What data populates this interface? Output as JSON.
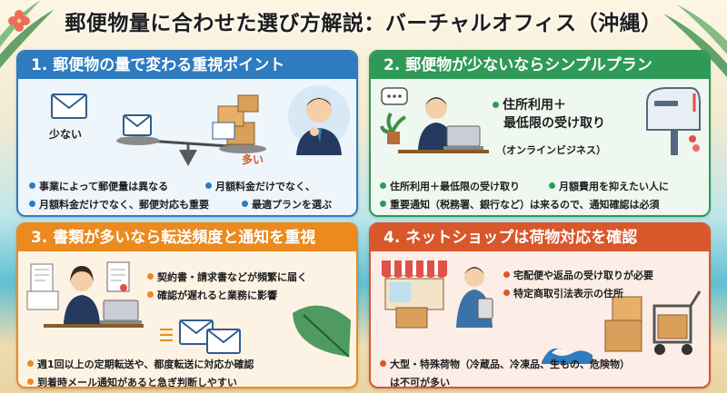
{
  "title": "郵便物量に合わせた選び方解説：バーチャルオフィス（沖縄）",
  "panel1": {
    "heading": "1. 郵便物の量で変わる重視ポイント",
    "label_few": "少ない",
    "label_many": "多い",
    "bullets": [
      "事業によって郵便量は異なる",
      "月額料金だけでなく、",
      "月額料金だけでなく、郵便対応も重要",
      "最適プランを選ぶ"
    ]
  },
  "panel2": {
    "heading": "2. 郵便物が少ないならシンプルプラン",
    "callout_line1": "住所利用＋",
    "callout_line2": "最低限の受け取り",
    "note": "（オンラインビジネス）",
    "bullets": [
      "住所利用＋最低限の受け取り",
      "月額費用を抑えたい人に",
      "重要通知（税務署、銀行など）は来るので、通知確認は必須"
    ]
  },
  "panel3": {
    "heading": "3. 書類が多いなら転送頻度と通知を重視",
    "bullets": [
      "契約書・請求書などが頻繁に届く",
      "確認が遅れると業務に影響",
      "週1回以上の定期転送や、都度転送に対応か確認",
      "到着時メール通知があると急ぎ判断しやすい"
    ]
  },
  "panel4": {
    "heading": "4. ネットショップは荷物対応を確認",
    "bullets": [
      "宅配便や返品の受け取りが必要",
      "特定商取引法表示の住所",
      "大型・特殊荷物（冷蔵品、冷凍品、生もの、危険物）",
      "は不可が多い"
    ]
  },
  "colors": {
    "panel1": "#2e7bbf",
    "panel2": "#2f9a57",
    "panel3": "#ea8a1f",
    "panel4": "#d8572b"
  }
}
